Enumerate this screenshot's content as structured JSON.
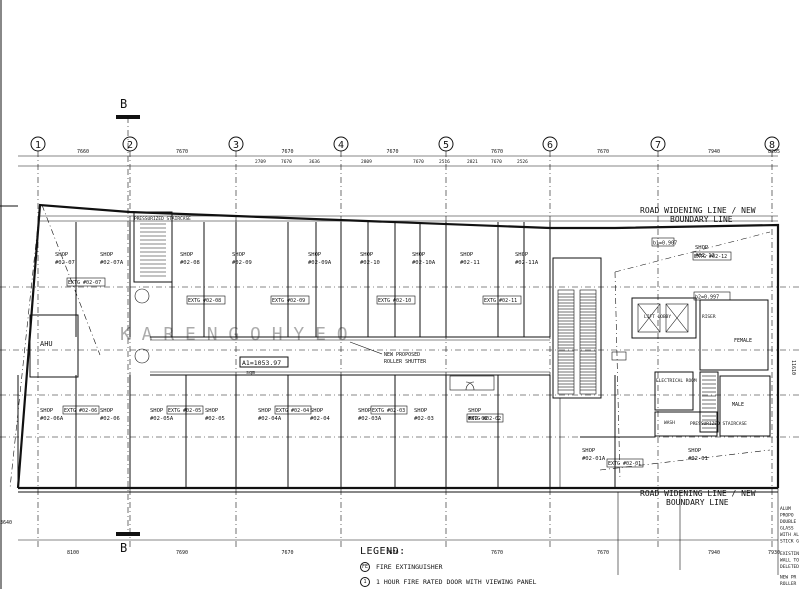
{
  "grid_axes": [
    "1",
    "2",
    "3",
    "4",
    "5",
    "6",
    "7",
    "8"
  ],
  "section_marker": "B",
  "top_dims": [
    "7660",
    "7670",
    "7670",
    "7670",
    "7670",
    "7670",
    "7940",
    "8205"
  ],
  "top_sub_dims": [
    "2709",
    "7670",
    "3636",
    "2809",
    "7670",
    "2516",
    "2821",
    "7670",
    "2526"
  ],
  "bottom_dims": [
    "8100",
    "7690",
    "7670",
    "7670",
    "7670",
    "7670",
    "7940",
    "7930"
  ],
  "boundary_label": "ROAD WIDENING LINE / NEW BOUNDARY LINE",
  "boundary_label_line1": "ROAD WIDENING LINE / NEW",
  "boundary_label_line2": "BOUNDARY LINE",
  "room_ahu": "AHU",
  "room_pressurized_staircase": "PRESSURIZED STAIRCASE",
  "room_electrical": "ELECTRICAL ROOM",
  "room_lift_lobby": "LIFT LOBBY",
  "room_riser": "RISER",
  "room_female": "FEMALE",
  "room_male": "MALE",
  "room_wash": "WASH",
  "top_shops": [
    {
      "name": "SHOP",
      "unit": "#02-07"
    },
    {
      "name": "SHOP",
      "unit": "#02-07A"
    },
    {
      "name": "SHOP",
      "unit": "#02-08"
    },
    {
      "name": "SHOP",
      "unit": "#02-09"
    },
    {
      "name": "SHOP",
      "unit": "#02-09A"
    },
    {
      "name": "SHOP",
      "unit": "#02-10"
    },
    {
      "name": "SHOP",
      "unit": "#02-10A"
    },
    {
      "name": "SHOP",
      "unit": "#02-11"
    },
    {
      "name": "SHOP",
      "unit": "#02-11A"
    },
    {
      "name": "SHOP",
      "unit": "#02-12"
    }
  ],
  "top_extg": [
    "EXTG #02-07",
    "EXTG #02-08",
    "EXTG #02-09",
    "EXTG #02-10",
    "EXTG #02-11",
    "EXTG #02-12"
  ],
  "bottom_shops": [
    {
      "name": "SHOP",
      "unit": "#02-06A"
    },
    {
      "name": "SHOP",
      "unit": "#02-06"
    },
    {
      "name": "SHOP",
      "unit": "#02-05A"
    },
    {
      "name": "SHOP",
      "unit": "#02-05"
    },
    {
      "name": "SHOP",
      "unit": "#02-04A"
    },
    {
      "name": "SHOP",
      "unit": "#02-04"
    },
    {
      "name": "SHOP",
      "unit": "#02-03A"
    },
    {
      "name": "SHOP",
      "unit": "#02-03"
    },
    {
      "name": "SHOP",
      "unit": "#02-02"
    },
    {
      "name": "SHOP",
      "unit": "#02-01A"
    },
    {
      "name": "SHOP",
      "unit": "#02-01"
    }
  ],
  "bottom_extg": [
    "EXTG #02-06",
    "EXTG #02-05",
    "EXTG #02-04",
    "EXTG #02-03",
    "EXTG #02-02",
    "EXTG #02-01"
  ],
  "area_box": "A1=1053.97",
  "area_unit": "sqm",
  "new_shutter_line1": "NEW PROPOSED",
  "new_shutter_line2": "ROLLER SHUTTER",
  "levels": [
    "b1=0.907",
    "b2=0.997"
  ],
  "watermark": "K A R E N   G O H   Y E O",
  "legend_title": "LEGEND:",
  "legend_items": [
    {
      "symbol": "FE",
      "text": "FIRE EXTINGUISHER"
    },
    {
      "symbol": "1",
      "text": "1 HOUR FIRE RATED DOOR WITH VIEWING PANEL"
    }
  ],
  "right_notes": [
    "ALUM",
    "PROPO",
    "DOUBLE",
    "GLASS",
    "WITH AL",
    "STICK G",
    "EXISTIN",
    "WALL TO",
    "DELETED",
    "NEW PR",
    "ROLLER"
  ],
  "dim_left": "3640",
  "dim_right": "11610"
}
